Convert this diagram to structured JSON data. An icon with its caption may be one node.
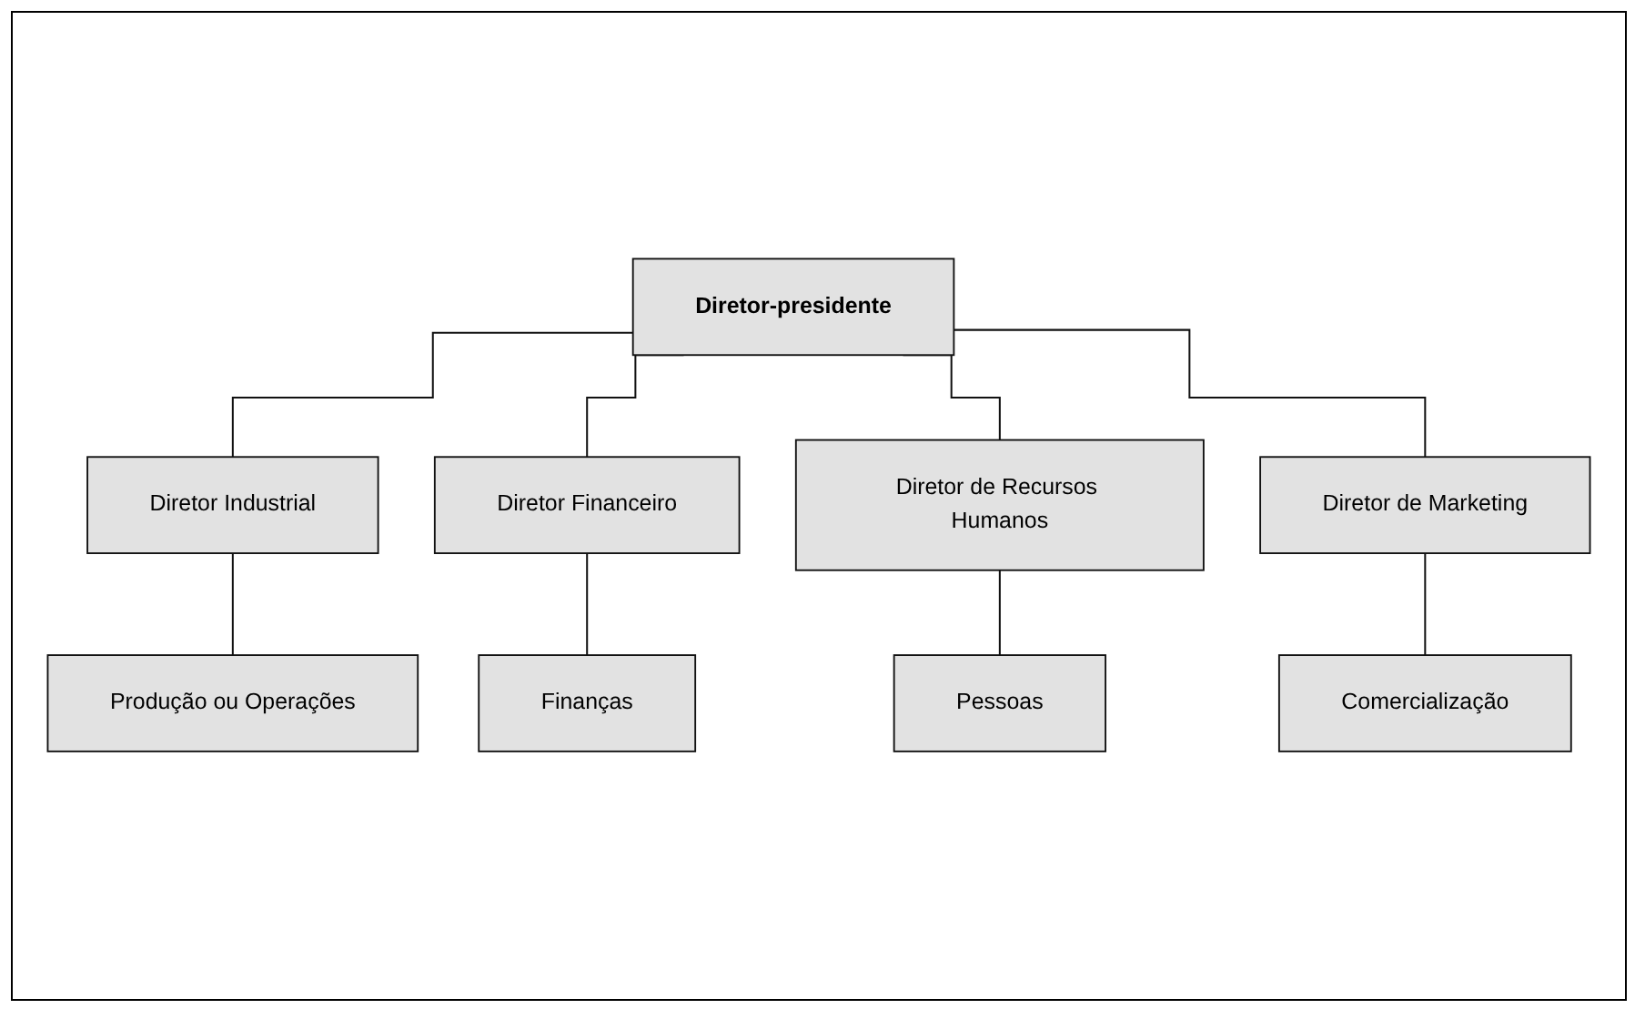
{
  "diagram": {
    "nodes": [
      {
        "text": [
          "Diretor-presidente"
        ]
      },
      {
        "text": [
          "Diretor Industrial"
        ]
      },
      {
        "text": [
          "Diretor Financeiro"
        ]
      },
      {
        "text": [
          "Diretor de Recursos Humanos"
        ]
      },
      {
        "text": [
          "Diretor de Marketing"
        ]
      },
      {
        "text": [
          "Produção ou Operações"
        ]
      },
      {
        "text": [
          "Finanças"
        ]
      },
      {
        "text": [
          "Pessoas"
        ]
      },
      {
        "text": [
          "Comercialização"
        ]
      }
    ],
    "edges": [
      {
        "from": 0,
        "to": 1,
        "arrow": "none"
      },
      {
        "from": 0,
        "to": 2,
        "arrow": "none"
      },
      {
        "from": 0,
        "to": 3,
        "arrow": "none"
      },
      {
        "from": 0,
        "to": 4,
        "arrow": "none"
      },
      {
        "from": 1,
        "to": 5,
        "arrow": "none"
      },
      {
        "from": 2,
        "to": 6,
        "arrow": "none"
      },
      {
        "from": 3,
        "to": 7,
        "arrow": "none"
      },
      {
        "from": 4,
        "to": 8,
        "arrow": "none"
      }
    ]
  }
}
